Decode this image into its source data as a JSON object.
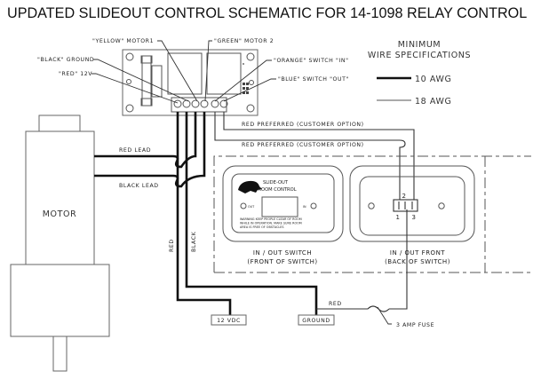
{
  "title": "UPDATED SLIDEOUT CONTROL SCHEMATIC FOR 14-1098 RELAY CONTROL",
  "relay_board": {
    "terminals": [
      {
        "label": "\"RED\" 12V"
      },
      {
        "label": "\"BLACK\" GROUND"
      },
      {
        "label": "\"YELLOW\" MOTOR1"
      },
      {
        "label": "\"GREEN\" MOTOR 2"
      },
      {
        "label": "\"ORANGE\" SWITCH \"IN\""
      },
      {
        "label": "\"BLUE\" SWITCH \"OUT\""
      }
    ]
  },
  "legend": {
    "heading_line1": "MINIMUM",
    "heading_line2": "WIRE SPECIFICATIONS",
    "items": [
      {
        "label": "10 AWG",
        "weight": "thick"
      },
      {
        "label": "18 AWG",
        "weight": "thin"
      }
    ]
  },
  "motor": {
    "label": "MOTOR",
    "red_lead": "RED LEAD",
    "black_lead": "BLACK LEAD"
  },
  "wires": {
    "red_preferred_1": "RED PREFERRED (CUSTOMER OPTION)",
    "red_preferred_2": "RED PREFERRED (CUSTOMER OPTION)",
    "red_vertical": "RED",
    "black_vertical": "BLACK",
    "red_fuse_wire": "RED"
  },
  "switch_front": {
    "title_line1": "SLIDE-OUT",
    "title_line2": "ROOM CONTROL",
    "out_label": "OUT",
    "in_label": "IN",
    "warning_line1": "WARNING KEEP PEOPLE CLEAR OF ROOM",
    "warning_line2": "WHILE IN OPERATION. MAKE SURE ROOM",
    "warning_line3": "AREA IS FREE OF OBSTACLES",
    "caption_line1": "IN / OUT SWITCH",
    "caption_line2": "(FRONT OF SWITCH)"
  },
  "switch_back": {
    "pin_2": "2",
    "pin_1": "1",
    "pin_3": "3",
    "caption_line1": "IN / OUT FRONT",
    "caption_line2": "(BACK OF SWITCH)"
  },
  "power": {
    "supply_label": "12 VDC",
    "ground_label": "GROUND",
    "fuse_label": "3 AMP FUSE"
  }
}
